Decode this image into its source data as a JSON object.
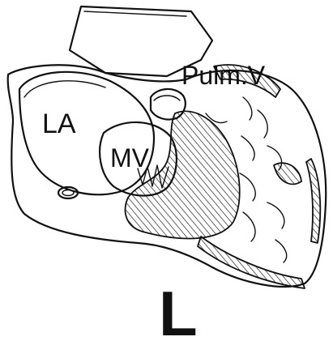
{
  "labels": {
    "la": "LA",
    "mv": "MV",
    "pulm_v": "Pulm.V",
    "panel": "L"
  },
  "colors": {
    "ink": "#111111",
    "background": "#ffffff"
  }
}
